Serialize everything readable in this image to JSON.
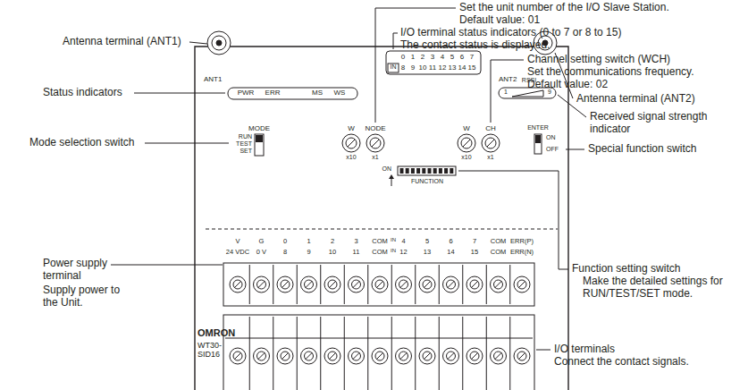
{
  "diagram": {
    "labels": [
      "Set the unit number of the I/O Slave Station.",
      "Default value: 01",
      "I/O terminal status indicators (0 to 7 or 8 to 15)",
      "The contact status is displayed.",
      "Channel setting switch (WCH)",
      "Set the communications frequency.",
      "Default value: 02",
      "Antenna terminal (ANT1)",
      "Antenna terminal (ANT2)",
      "Status indicators",
      "Received signal strength indicator",
      "Mode selection switch",
      "Special function switch",
      "Function setting switch",
      "Make the detailed settings for RUN/TEST/SET mode.",
      "Power supply terminal",
      "Supply power to the Unit.",
      "I/O terminals",
      "Connect the contact signals.",
      "0",
      "1",
      "2",
      "3",
      "4",
      "5",
      "6",
      "7",
      "IN",
      "8",
      "9",
      "10",
      "11",
      "12",
      "13",
      "14",
      "15",
      "ANT1",
      "PWR",
      "ERR",
      "MS",
      "WS",
      "ANT2",
      "RSSI",
      "1",
      "9",
      "MODE",
      "RUN",
      "TEST",
      "SET",
      "W",
      "NODE",
      "x10",
      "x1",
      "W",
      "CH",
      "x10",
      "x1",
      "ENTER",
      "ON",
      "OFF",
      "ON",
      "FUNCTION",
      "V",
      "G",
      "0",
      "1",
      "2",
      "3",
      "COM",
      "IN",
      "4",
      "5",
      "6",
      "7",
      "COM",
      "ERR(P)",
      "24 VDC",
      "0 V",
      "8",
      "9",
      "10",
      "11",
      "COM",
      "IN",
      "12",
      "13",
      "14",
      "15",
      "COM",
      "ERR(N)",
      "OMRON",
      "WT30-SID16"
    ]
  }
}
